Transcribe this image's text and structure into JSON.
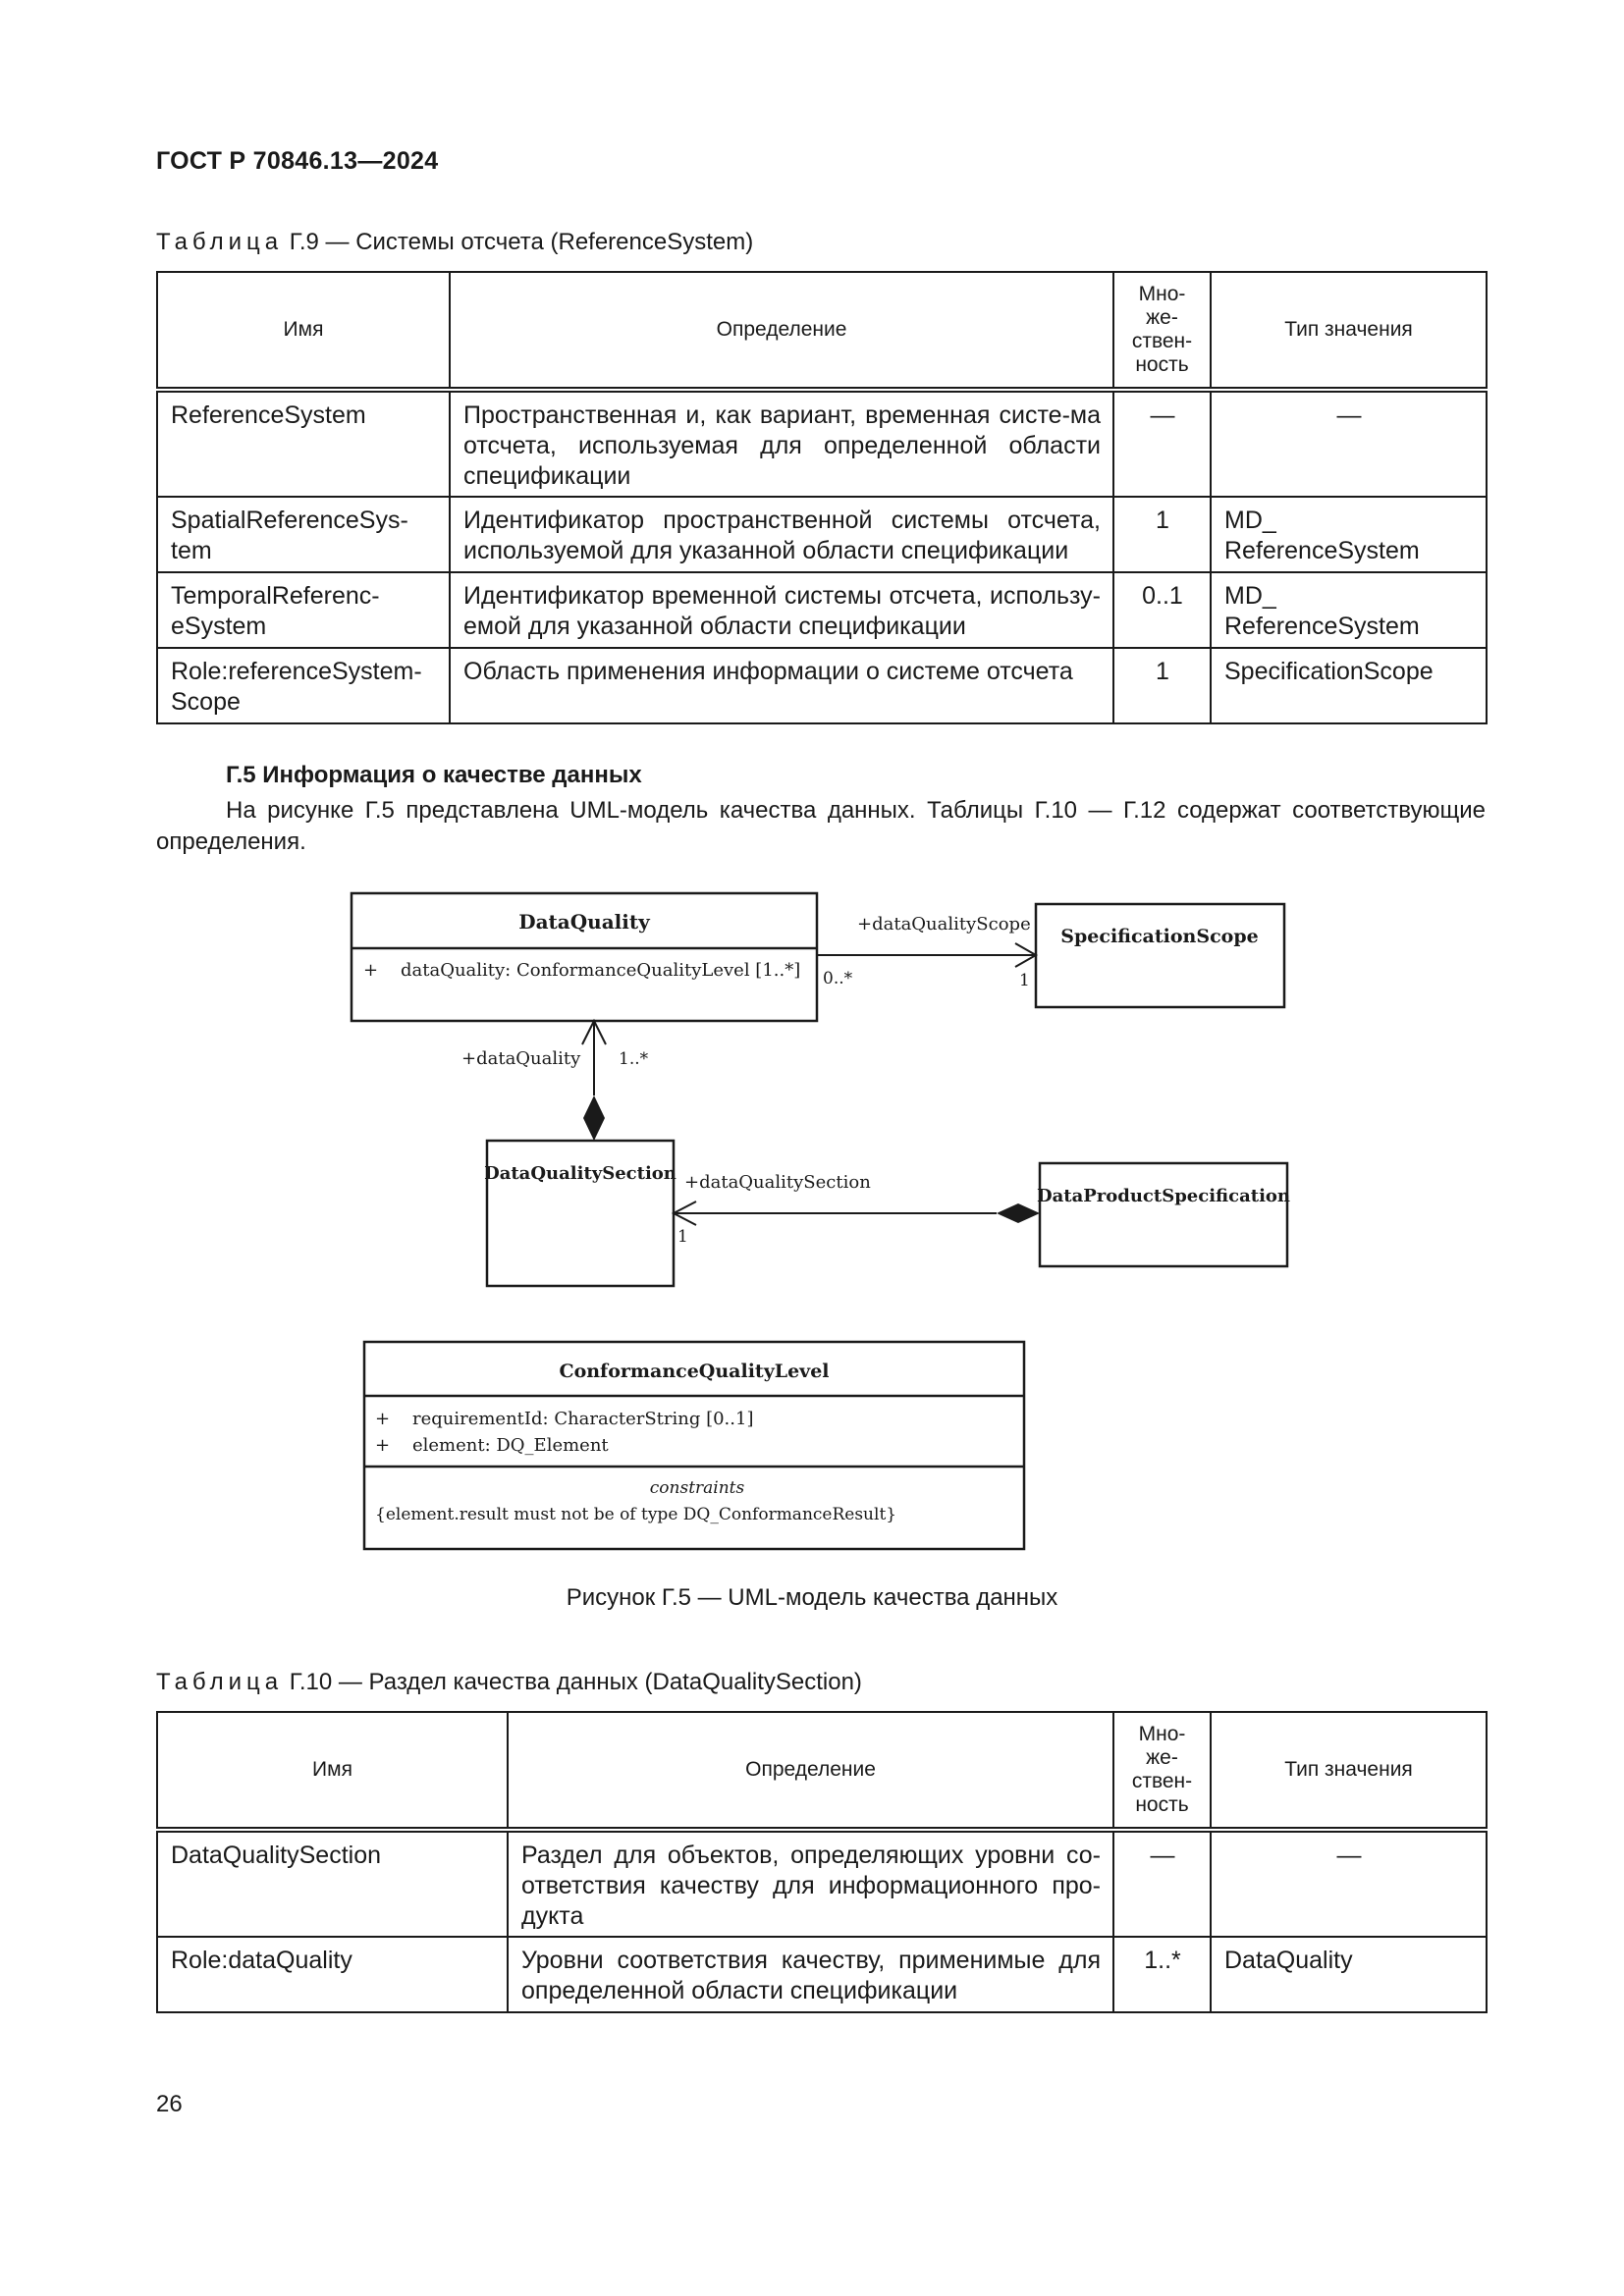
{
  "header": "ГОСТ Р 70846.13—2024",
  "table9": {
    "caption_prefix": "Таблица",
    "caption_rest": " Г.9 — Системы отсчета (ReferenceSystem)",
    "headers": [
      "Имя",
      "Определение",
      "Мно-\nже-\nствен-\nность",
      "Тип значения"
    ],
    "rows": [
      [
        "ReferenceSystem",
        "Пространственная и, как вариант, временная систе-ма отсчета, используемая для определенной области спецификации",
        "—",
        "—"
      ],
      [
        "SpatialReferenceSys-\ntem",
        "Идентификатор пространственной системы отсчета, используемой для указанной области спецификации",
        "1",
        "MD_\nReferenceSystem"
      ],
      [
        "TemporalReferenc-\neSystem",
        "Идентификатор временной системы отсчета, использу-емой для указанной области спецификации",
        "0..1",
        "MD_\nReferenceSystem"
      ],
      [
        "Role:referenceSystem-\nScope",
        "Область применения информации о системе отсчета",
        "1",
        "SpecificationScope"
      ]
    ]
  },
  "section": {
    "title": "Г.5 Информация о качестве данных",
    "paragraph": "На рисунке Г.5 представлена UML-модель качества данных. Таблицы Г.10 — Г.12 содержат соответствующие определения."
  },
  "figure": {
    "dataquality": {
      "name": "DataQuality",
      "attr": "+    dataQuality: ConformanceQualityLevel [1..*]"
    },
    "specscope": {
      "name": "SpecificationScope"
    },
    "dqsection": {
      "name": "DataQualitySection"
    },
    "dps": {
      "name": "DataProductSpecification"
    },
    "cql": {
      "name": "ConformanceQualityLevel",
      "attr1": "+    requirementId: CharacterString [0..1]",
      "attr2": "+    element: DQ_Element",
      "constraints_title": "constraints",
      "constraint": "{element.result must not be of type DQ_ConformanceResult}"
    },
    "assoc_scope_role": "+dataQualityScope",
    "assoc_scope_mult_src": "0..*",
    "assoc_scope_mult_dst": "1",
    "assoc_dq_role": "+dataQuality",
    "assoc_dq_mult": "1..*",
    "assoc_section_role": "+dataQualitySection",
    "assoc_section_mult": "1",
    "caption": "Рисунок Г.5 — UML-модель качества данных"
  },
  "table10": {
    "caption_prefix": "Таблица",
    "caption_rest": " Г.10 — Раздел качества данных (DataQualitySection)",
    "headers": [
      "Имя",
      "Определение",
      "Мно-\nже-\nствен-\nность",
      "Тип значения"
    ],
    "rows": [
      [
        "DataQualitySection",
        "Раздел для объектов, определяющих уровни со-ответствия качеству для информационного про-дукта",
        "—",
        "—"
      ],
      [
        "Role:dataQuality",
        "Уровни соответствия качеству, применимые для определенной области спецификации",
        "1..*",
        "DataQuality"
      ]
    ]
  },
  "page_number": "26"
}
